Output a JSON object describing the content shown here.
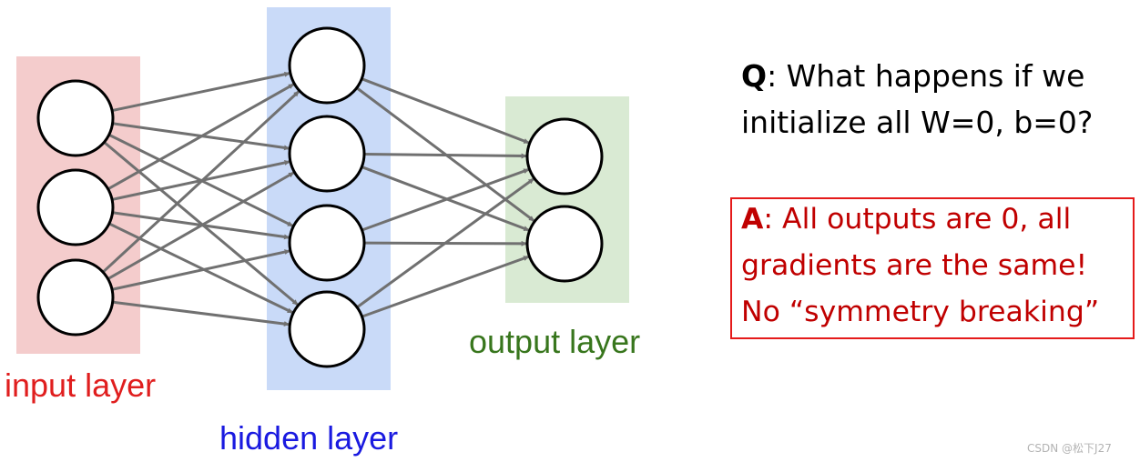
{
  "diagram": {
    "layers": [
      {
        "label": "input layer",
        "color": "#e01e1e",
        "bg": "#f4cccc",
        "neurons": 3
      },
      {
        "label": "hidden layer",
        "color": "#1a1ae0",
        "bg": "#c9daf8",
        "neurons": 4
      },
      {
        "label": "output layer",
        "color": "#38761d",
        "bg": "#d9ead3",
        "neurons": 2
      }
    ],
    "edge_color": "#707070"
  },
  "question": {
    "prefix": "Q",
    "text": ": What happens if we initialize all W=0, b=0?"
  },
  "answer": {
    "prefix": "A",
    "line1": ": All outputs are 0, all",
    "line2": "gradients are the same!",
    "line3": "No “symmetry breaking”",
    "border_color": "#e51a1a",
    "text_color": "#c00000"
  },
  "watermark": "CSDN @松下J27"
}
